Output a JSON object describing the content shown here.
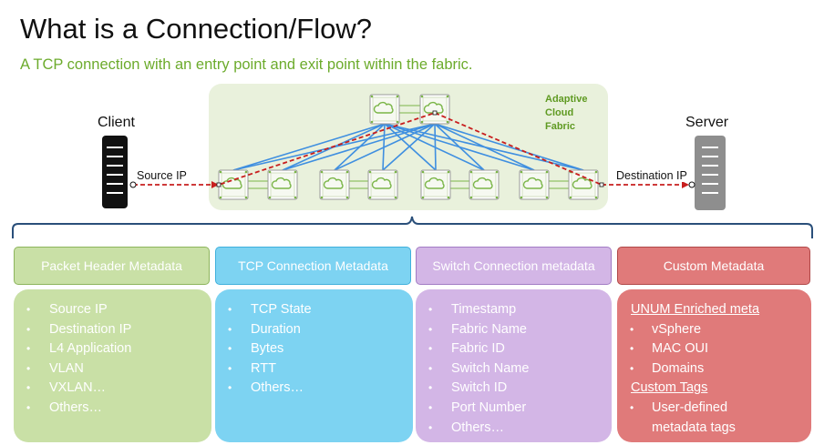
{
  "title": "What is a Connection/Flow?",
  "subtitle": "A TCP connection with an entry point and exit point within the fabric.",
  "diagram": {
    "client_label": "Client",
    "server_label": "Server",
    "source_ip_label": "Source IP",
    "destination_ip_label": "Destination IP",
    "fabric_label_lines": [
      "Adaptive",
      "Cloud",
      "Fabric"
    ],
    "spine_switch_count": 2,
    "leaf_switch_count": 8,
    "colors": {
      "fabric_background": "#e9f1dc",
      "fabric_label": "#5f9a22",
      "uplink": "#3f8fe0",
      "flow_path": "#c81e1e",
      "switch_icon": "#7ab547"
    },
    "icon": "cloud-switch-icon"
  },
  "categories": [
    {
      "key": "packet-header",
      "header": "Packet Header Metadata",
      "color": "#c9e0a6",
      "items": [
        {
          "text": "Source IP",
          "style": "bullet"
        },
        {
          "text": "Destination IP",
          "style": "bullet"
        },
        {
          "text": "L4 Application",
          "style": "bullet"
        },
        {
          "text": "VLAN",
          "style": "bullet"
        },
        {
          "text": "VXLAN…",
          "style": "bullet"
        },
        {
          "text": "Others…",
          "style": "bullet"
        }
      ]
    },
    {
      "key": "tcp-connection",
      "header": "TCP Connection Metadata",
      "color": "#7dd3f2",
      "items": [
        {
          "text": "TCP State",
          "style": "bullet"
        },
        {
          "text": "Duration",
          "style": "bullet"
        },
        {
          "text": "Bytes",
          "style": "bullet"
        },
        {
          "text": "RTT",
          "style": "bullet"
        },
        {
          "text": "Others…",
          "style": "bullet"
        }
      ]
    },
    {
      "key": "switch-connection",
      "header": "Switch Connection metadata",
      "color": "#d3b6e6",
      "items": [
        {
          "text": "Timestamp",
          "style": "bullet"
        },
        {
          "text": "Fabric Name",
          "style": "bullet"
        },
        {
          "text": "Fabric ID",
          "style": "bullet"
        },
        {
          "text": "Switch Name",
          "style": "bullet"
        },
        {
          "text": "Switch ID",
          "style": "bullet"
        },
        {
          "text": "Port Number",
          "style": "bullet"
        },
        {
          "text": "Others…",
          "style": "bullet"
        }
      ]
    },
    {
      "key": "custom",
      "header": "Custom Metadata",
      "color": "#e07a7a",
      "items": [
        {
          "text": "UNUM Enriched meta",
          "style": "heading"
        },
        {
          "text": "vSphere",
          "style": "bullet"
        },
        {
          "text": "MAC OUI",
          "style": "bullet"
        },
        {
          "text": "Domains",
          "style": "bullet"
        },
        {
          "text": "Custom Tags",
          "style": "heading"
        },
        {
          "text": "User-defined metadata tags",
          "style": "bullet"
        }
      ]
    }
  ]
}
